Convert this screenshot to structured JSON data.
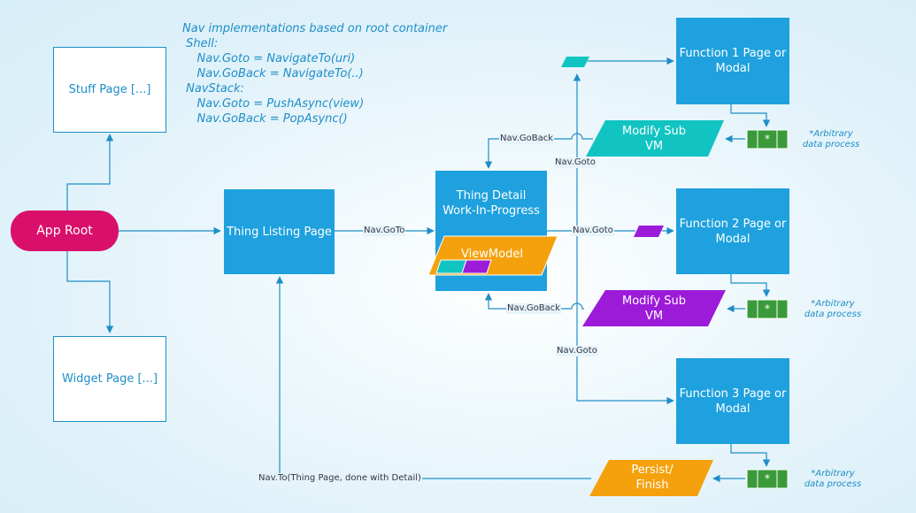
{
  "notes": {
    "line1": "Nav implementations based on root container",
    "line2": " Shell:",
    "line3": "    Nav.Goto = NavigateTo(uri)",
    "line4": "    Nav.GoBack = NavigateTo(..)",
    "line5": " NavStack:",
    "line6": "    Nav.Goto = PushAsync(view)",
    "line7": "    Nav.GoBack = PopAsync()"
  },
  "nodes": {
    "app_root": "App Root",
    "stuff_page": "Stuff Page [...]",
    "widget_page": "Widget Page [...]",
    "thing_listing": "Thing Listing Page",
    "thing_detail_l1": "Thing Detail",
    "thing_detail_l2": "Work-In-Progress",
    "viewmodel": "ViewModel",
    "func1_l1": "Function 1 Page or",
    "func1_l2": "Modal",
    "func2_l1": "Function 2 Page or",
    "func2_l2": "Modal",
    "func3_l1": "Function 3 Page or",
    "func3_l2": "Modal",
    "modify1_l1": "Modify Sub",
    "modify1_l2": "VM",
    "modify2_l1": "Modify Sub",
    "modify2_l2": "VM",
    "persist_l1": "Persist/",
    "persist_l2": "Finish",
    "data_symbol": "*"
  },
  "labels": {
    "nav_goto_listing": "Nav.GoTo",
    "nav_goback_1": "Nav.GoBack",
    "nav_goto_1": "Nav.Goto",
    "nav_goto_2": "Nav.Goto",
    "nav_goback_2": "Nav.GoBack",
    "nav_goto_3": "Nav.Goto",
    "nav_to_thing": "Nav.To(Thing Page, done with Detail)"
  },
  "arbitrary": {
    "a1_l1": "*Arbitrary",
    "a1_l2": "data process",
    "a2_l1": "*Arbitrary",
    "a2_l2": "data process",
    "a3_l1": "*Arbitrary",
    "a3_l2": "data process"
  },
  "colors": {
    "page_blue": "#1ea1de",
    "app_root": "#d9106b",
    "teal": "#11c4c2",
    "purple": "#9c1bd9",
    "orange": "#f5a10d",
    "green": "#3a9a3a",
    "arrow": "#1e8ec8"
  }
}
